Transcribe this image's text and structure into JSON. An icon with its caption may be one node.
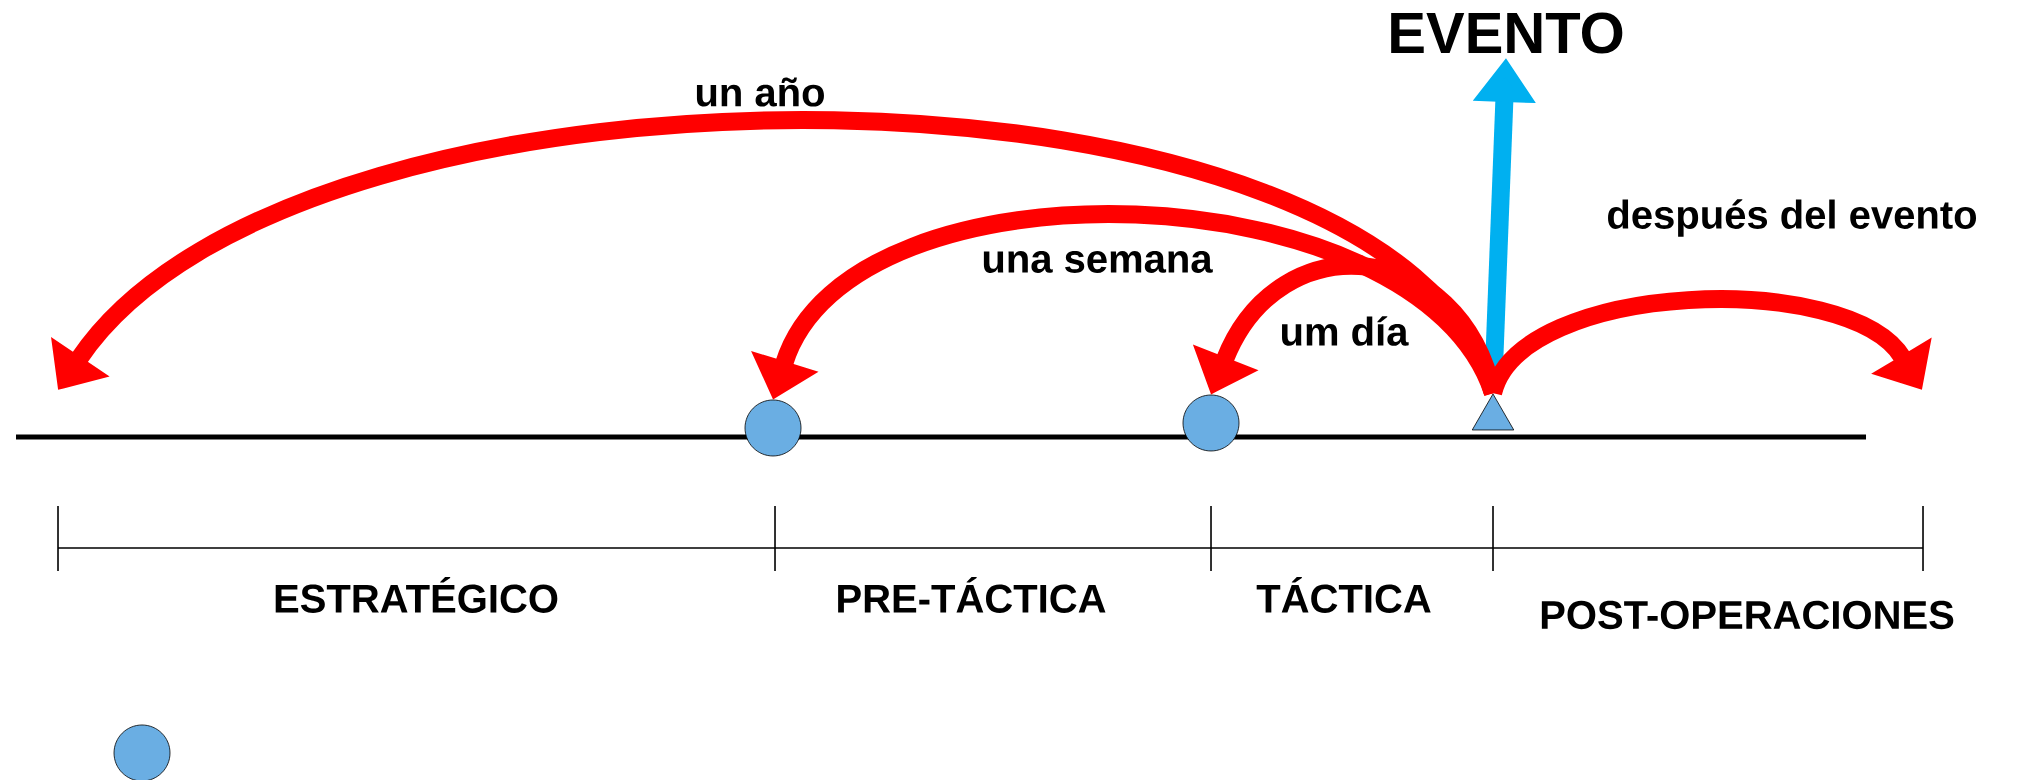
{
  "diagram": {
    "nodes": [
      {
        "text": [
          "EVENTO"
        ]
      },
      {
        "text": [],
        "shape": "triangle"
      },
      {
        "text": [],
        "shape": "circle"
      },
      {
        "text": [],
        "shape": "circle"
      },
      {
        "text": [],
        "shape": "circle"
      }
    ],
    "edges": [
      {
        "from": 1,
        "to": 0,
        "arrow": "to",
        "color": "#00b0f0"
      },
      {
        "from": 1,
        "to": null,
        "arrow": "to",
        "label": "un año"
      },
      {
        "from": 1,
        "to": 2,
        "arrow": "to",
        "label": "una semana"
      },
      {
        "from": 1,
        "to": 3,
        "arrow": "to",
        "label": "um día"
      },
      {
        "from": 1,
        "to": null,
        "arrow": "to",
        "label": "después del evento"
      }
    ],
    "labels": [
      "ESTRATÉGICO",
      "PRE-TÁCTICA",
      "TÁCTICA",
      "POST-OPERACIONES"
    ]
  }
}
